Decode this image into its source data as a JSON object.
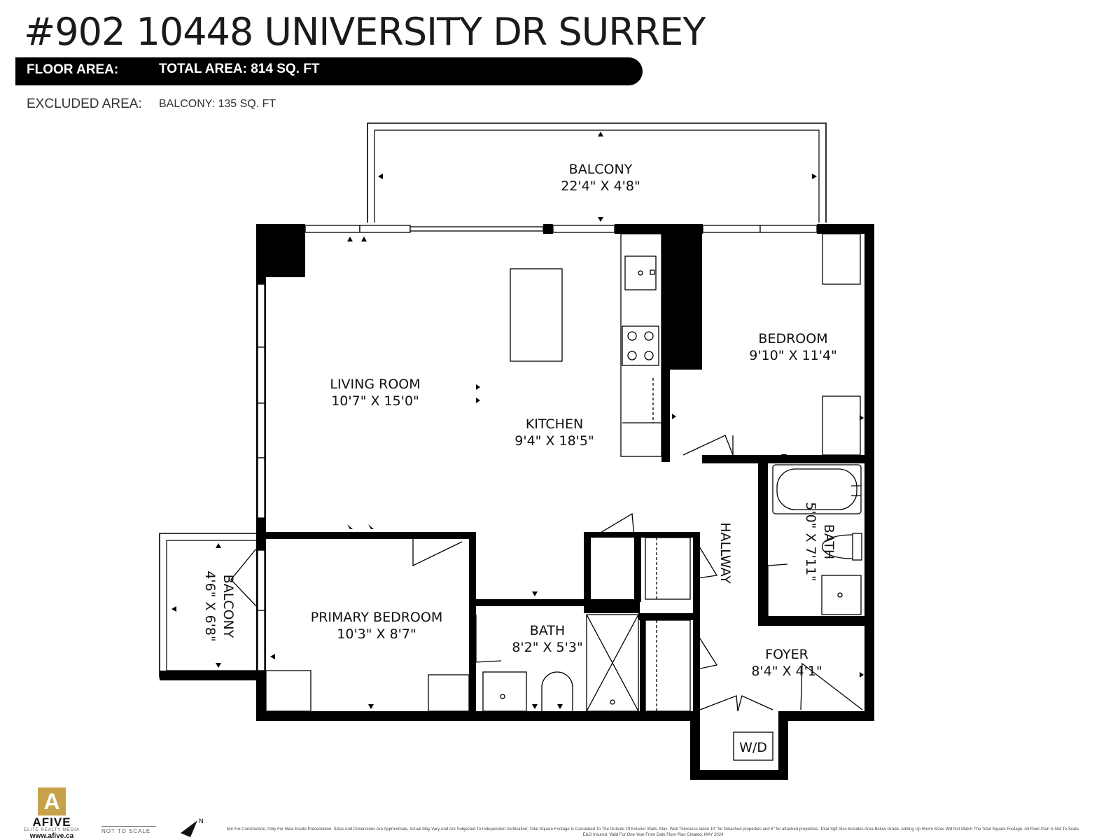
{
  "header": {
    "title": "#902 10448 UNIVERSITY DR SURREY",
    "floor_area_label": "FLOOR AREA:",
    "total_area": "TOTAL AREA: 814 SQ. FT",
    "excluded_label": "EXCLUDED AREA:",
    "excluded_value": "BALCONY: 135 SQ. FT"
  },
  "rooms": {
    "balcony_top": {
      "name": "BALCONY",
      "dims": "22'4\" X 4'8\""
    },
    "living_room": {
      "name": "LIVING ROOM",
      "dims": "10'7\" X 15'0\""
    },
    "kitchen": {
      "name": "KITCHEN",
      "dims": "9'4\" X 18'5\""
    },
    "bedroom": {
      "name": "BEDROOM",
      "dims": "9'10\" X 11'4\""
    },
    "hallway": {
      "name": "HALLWAY"
    },
    "bath_right": {
      "name": "BATH",
      "dims": "5'0\" X 7'11\""
    },
    "balcony_left": {
      "name": "BALCONY",
      "dims": "4'6\" X 6'8\""
    },
    "primary_bedroom": {
      "name": "PRIMARY BEDROOM",
      "dims": "10'3\" X 8'7\""
    },
    "bath": {
      "name": "BATH",
      "dims": "8'2\" X 5'3\""
    },
    "foyer": {
      "name": "FOYER",
      "dims": "8'4\" X 4'1\""
    },
    "laundry": {
      "name": "W/D"
    }
  },
  "footer": {
    "logo_letter": "A",
    "logo_name": "AFIVE",
    "logo_tag": "ELITE REALTY MEDIA",
    "logo_url": "www.afive.ca",
    "scale_text": "NOT TO SCALE",
    "north_label": "N",
    "disclaimer": "Not For Construction, Only For Real Estate Presentation. Sizes And Dimensions Are Approximate, Actual May Vary And Are Subjected To Independent Verification; Total Square Footage Is Calculated To The Outside Of Exterior Walls. Max. Wall Thickness taken 10\" for Detached properties and 6\" for attached properties. Total Sqft Also Includes Area Below Grade. Adding Up Room Sizes Will Not Match The Total Square Footage. All Floor Plan Is Not To Scale. E&O Insured. Valid For One Year From Date Floor Plan Created. MAY 2024"
  }
}
